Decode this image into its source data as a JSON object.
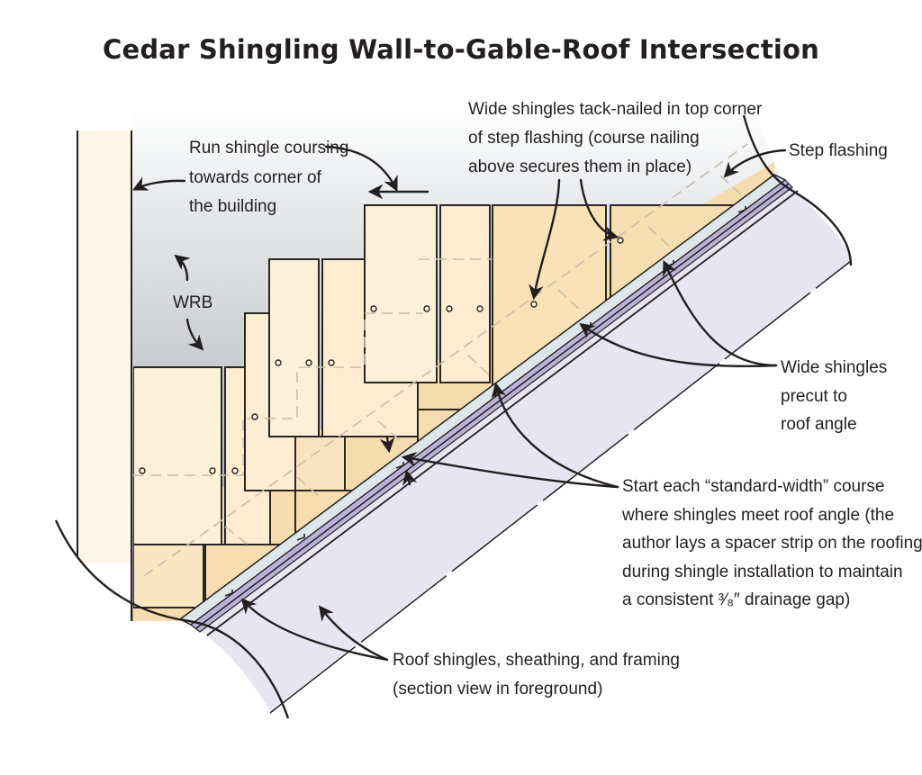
{
  "title": "Cedar Shingling Wall-to-Gable-Roof Intersection",
  "colors": {
    "wrb_top": "#f3f4f5",
    "wrb_bottom": "#a9abae",
    "shingle_light": "#fdf0d8",
    "shingle_mid": "#fbe3bb",
    "shingle_dark": "#f4d9a9",
    "corner_board": "#fdf6e8",
    "roof_face": "#e6e5f1",
    "roof_edge": "#b9b3d6",
    "flashing": "#dde6ea",
    "ink": "#231f20"
  },
  "callouts": {
    "coursing": [
      "Run shingle coursing",
      "towards corner of",
      "the building"
    ],
    "wrb": "WRB",
    "tack_nailed": [
      "Wide shingles tack-nailed in top corner",
      "of step flashing (course nailing",
      "above secures them in place)"
    ],
    "step_flashing": "Step flashing",
    "precut": [
      "Wide shingles",
      "precut to",
      "roof angle"
    ],
    "standard_width": [
      "Start each “standard-width” course",
      "where shingles meet roof angle (the",
      "author lays a spacer strip on the roofing",
      "during shingle installation to maintain",
      "a consistent ³⁄₈″ drainage gap)"
    ],
    "roof_section": [
      "Roof shingles, sheathing, and framing",
      "(section view in foreground)"
    ]
  },
  "icons": {
    "arrows": "curved-leader-arrow",
    "nails": "nail-head-circle"
  }
}
